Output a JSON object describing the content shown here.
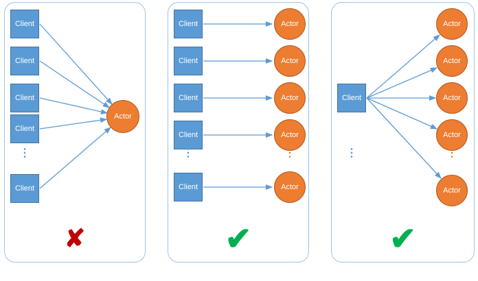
{
  "labels": {
    "client": "Client",
    "actor": "Actor",
    "ellipsis": "⋮"
  },
  "marks": {
    "cross": "✘",
    "check": "✔"
  },
  "colors": {
    "client_fill": "#5b9bd5",
    "client_border": "#41719c",
    "actor_fill": "#ed7d31",
    "actor_border": "#b15a1f",
    "arrow": "#5b9bd5",
    "panel_border": "#9dc3e6",
    "cross": "#c00000",
    "check": "#00b050"
  },
  "panels": [
    {
      "pattern": "many-clients-one-actor",
      "verdict": "cross",
      "clients_shown": 5,
      "actors_shown": 1
    },
    {
      "pattern": "one-client-one-actor",
      "verdict": "check",
      "clients_shown": 5,
      "actors_shown": 5
    },
    {
      "pattern": "one-client-many-actors",
      "verdict": "check",
      "clients_shown": 1,
      "actors_shown": 5
    }
  ]
}
